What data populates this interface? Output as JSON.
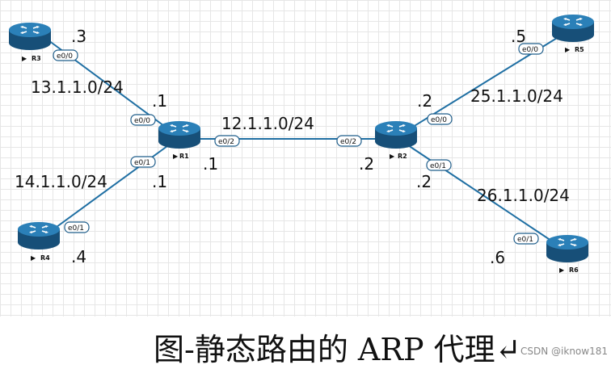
{
  "routers": [
    {
      "id": "R1",
      "name": "R1"
    },
    {
      "id": "R2",
      "name": "R2"
    },
    {
      "id": "R3",
      "name": "R3"
    },
    {
      "id": "R4",
      "name": "R4"
    },
    {
      "id": "R5",
      "name": "R5"
    },
    {
      "id": "R6",
      "name": "R6"
    }
  ],
  "networks": {
    "r1_r3": "13.1.1.0/24",
    "r1_r4": "14.1.1.0/24",
    "r1_r2": "12.1.1.0/24",
    "r2_r5": "25.1.1.0/24",
    "r2_r6": "26.1.1.0/24"
  },
  "interfaces": {
    "r3_e00": "e0/0",
    "r1_e00": "e0/0",
    "r1_e01": "e0/1",
    "r4_e01": "e0/1",
    "r1_e02": "e0/2",
    "r2_e02": "e0/2",
    "r2_e00": "e0/0",
    "r2_e01": "e0/1",
    "r5_e00": "e0/0",
    "r6_e01": "e0/1"
  },
  "host_ids": {
    "r3": ".3",
    "r1_e00": ".1",
    "r1_e01": ".1",
    "r1_e02": ".1",
    "r4": ".4",
    "r2_e02": ".2",
    "r2_e00": ".2",
    "r2_e01": ".2",
    "r5": ".5",
    "r6": ".6"
  },
  "caption": "图-静态路由的 ARP 代理↵",
  "watermark": "CSDN @iknow181",
  "colors": {
    "router_body": "#1f6fa3",
    "link": "#1f6fa3",
    "grid": "#e6e6e6"
  }
}
